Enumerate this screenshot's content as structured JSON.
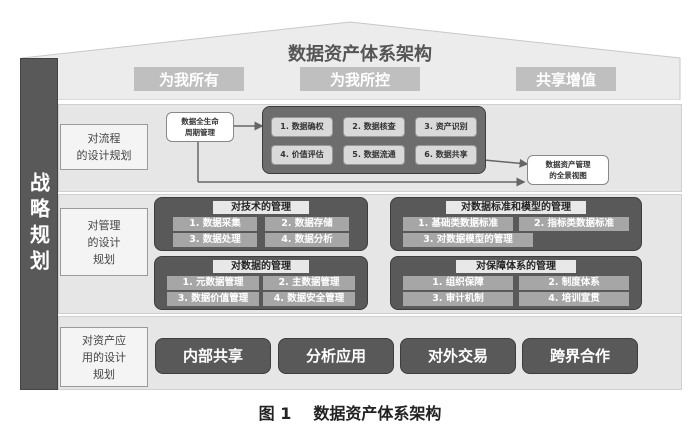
{
  "title": "数据资产体系架构",
  "pillars": [
    "为我所有",
    "为我所控",
    "共享增值"
  ],
  "strategy_label": "战略规划",
  "rows": {
    "process": {
      "label": "对流程\n的设计规划",
      "lifecycle": "数据全生命\n周期管理",
      "steps": [
        "1. 数据确权",
        "2. 数据核查",
        "3. 资产识别",
        "4. 价值评估",
        "5. 数据流通",
        "6. 数据共享"
      ],
      "panorama": "数据资产管理\n的全景视图"
    },
    "management": {
      "label": "对管理\n的设计\n规划",
      "tech": {
        "header": "对技术的管理",
        "items": [
          "1. 数据采集",
          "2. 数据存储",
          "3. 数据处理",
          "4. 数据分析"
        ]
      },
      "standard": {
        "header": "对数据标准和模型的管理",
        "items": [
          "1. 基础类数据标准",
          "2. 指标类数据标准",
          "3. 对数据模型的管理"
        ]
      },
      "data": {
        "header": "对数据的管理",
        "items": [
          "1. 元数据管理",
          "2. 主数据管理",
          "3. 数据价值管理",
          "4. 数据安全管理"
        ]
      },
      "guarantee": {
        "header": "对保障体系的管理",
        "items": [
          "1. 组织保障",
          "2. 制度体系",
          "3. 审计机制",
          "4. 培训宣贯"
        ]
      }
    },
    "application": {
      "label": "对资产应\n用的设计\n规划",
      "buttons": [
        "内部共享",
        "分析应用",
        "对外交易",
        "跨界合作"
      ]
    }
  },
  "caption": {
    "num": "图 1",
    "text": "数据资产体系架构"
  }
}
